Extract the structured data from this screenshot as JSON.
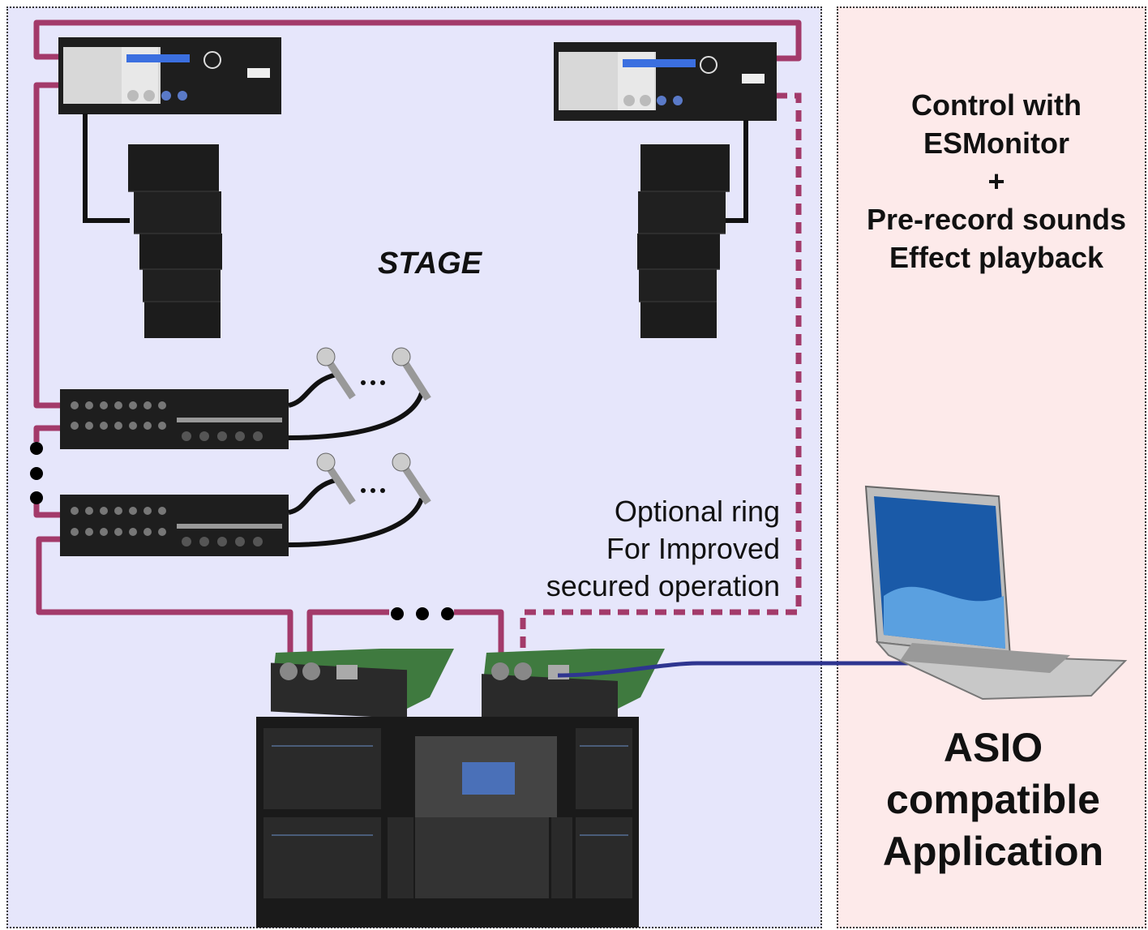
{
  "stage_label": "STAGE",
  "control_text": [
    "Control with",
    "ESMonitor",
    "+",
    "Pre-record sounds",
    "Effect playback"
  ],
  "ring_text": [
    "Optional ring",
    "For Improved",
    "secured operation"
  ],
  "asio_text": [
    "ASIO",
    "compatible",
    "Application"
  ],
  "colors": {
    "stage_bg": "#e6e6fb",
    "control_bg": "#fdeaea",
    "cable": "#a33a6a",
    "usb_cable": "#2e3590",
    "device_dark": "#1e1e1e"
  }
}
